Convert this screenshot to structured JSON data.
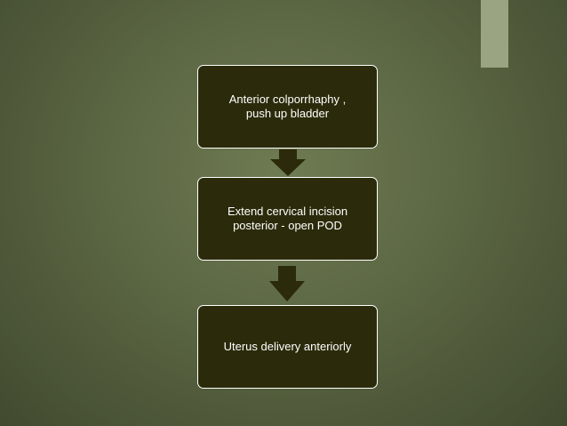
{
  "slide": {
    "steps": [
      {
        "label": "Anterior colporrhaphy ,\npush up bladder"
      },
      {
        "label": "Extend cervical incision\nposterior - open POD"
      },
      {
        "label": "Uterus delivery anteriorly"
      }
    ]
  },
  "colors": {
    "background": "#5b6643",
    "box_fill": "#2b2a0a",
    "box_border": "#ffffff",
    "arrow": "#2b2a0a",
    "corner_tab": "#9aa482"
  },
  "icons": {
    "connector": "down-arrow-icon"
  }
}
